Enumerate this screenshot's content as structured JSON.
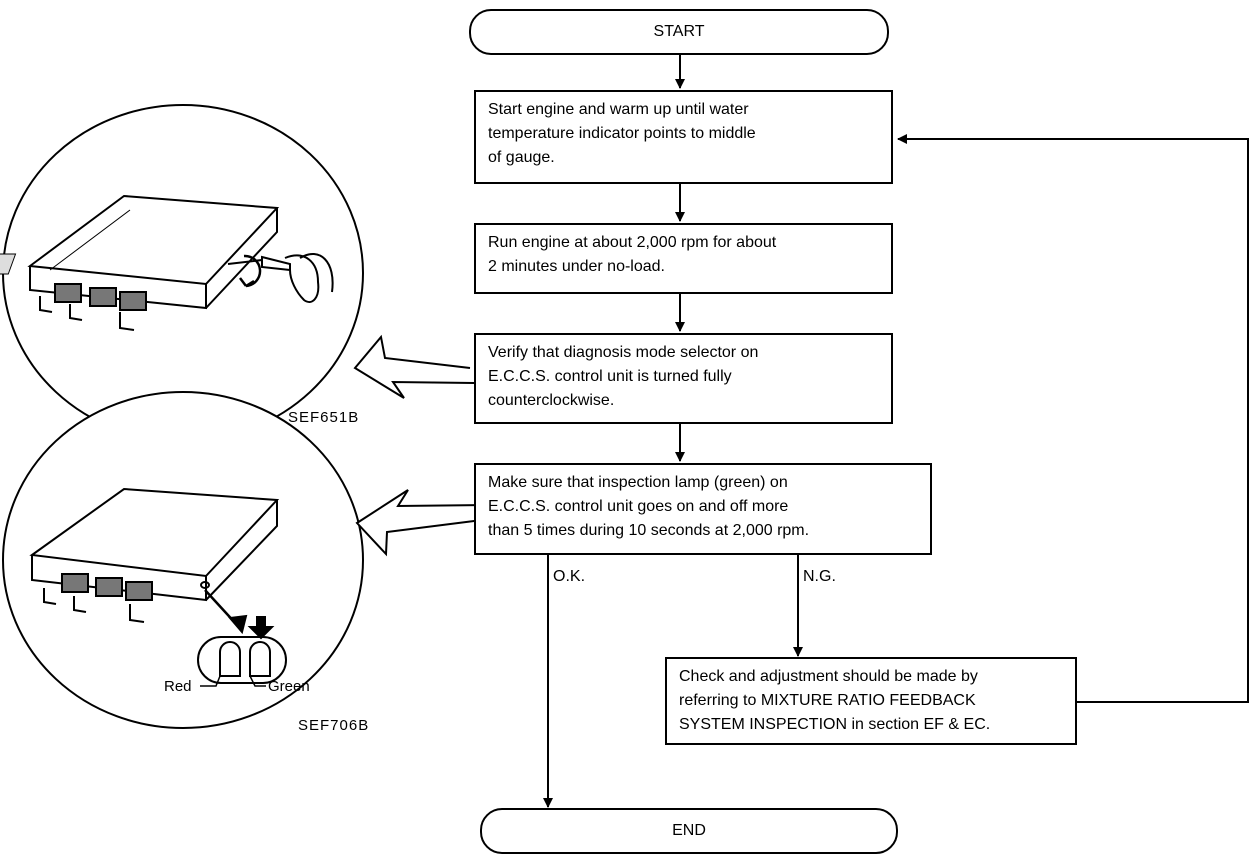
{
  "flowchart": {
    "start": "START",
    "end": "END",
    "steps": [
      {
        "lines": [
          "Start engine and warm up until water",
          "temperature indicator points to middle",
          "of gauge."
        ]
      },
      {
        "lines": [
          "Run engine at about 2,000 rpm for about",
          "2 minutes under no-load."
        ]
      },
      {
        "lines": [
          "Verify that diagnosis mode selector on",
          "E.C.C.S. control unit is turned fully",
          "counterclockwise."
        ]
      },
      {
        "lines": [
          "Make sure that inspection lamp (green) on",
          "E.C.C.S. control unit goes on and off more",
          "than 5 times during 10 seconds at 2,000 rpm."
        ]
      },
      {
        "lines": [
          "Check and adjustment should be made by",
          "referring to MIXTURE RATIO FEEDBACK",
          "SYSTEM INSPECTION in section EF & EC."
        ]
      }
    ],
    "branches": {
      "ok": "O.K.",
      "ng": "N.G."
    }
  },
  "illustrations": {
    "selector": {
      "code": "SEF651B"
    },
    "lamp": {
      "code": "SEF706B",
      "red_label": "Red",
      "green_label": "Green"
    }
  }
}
